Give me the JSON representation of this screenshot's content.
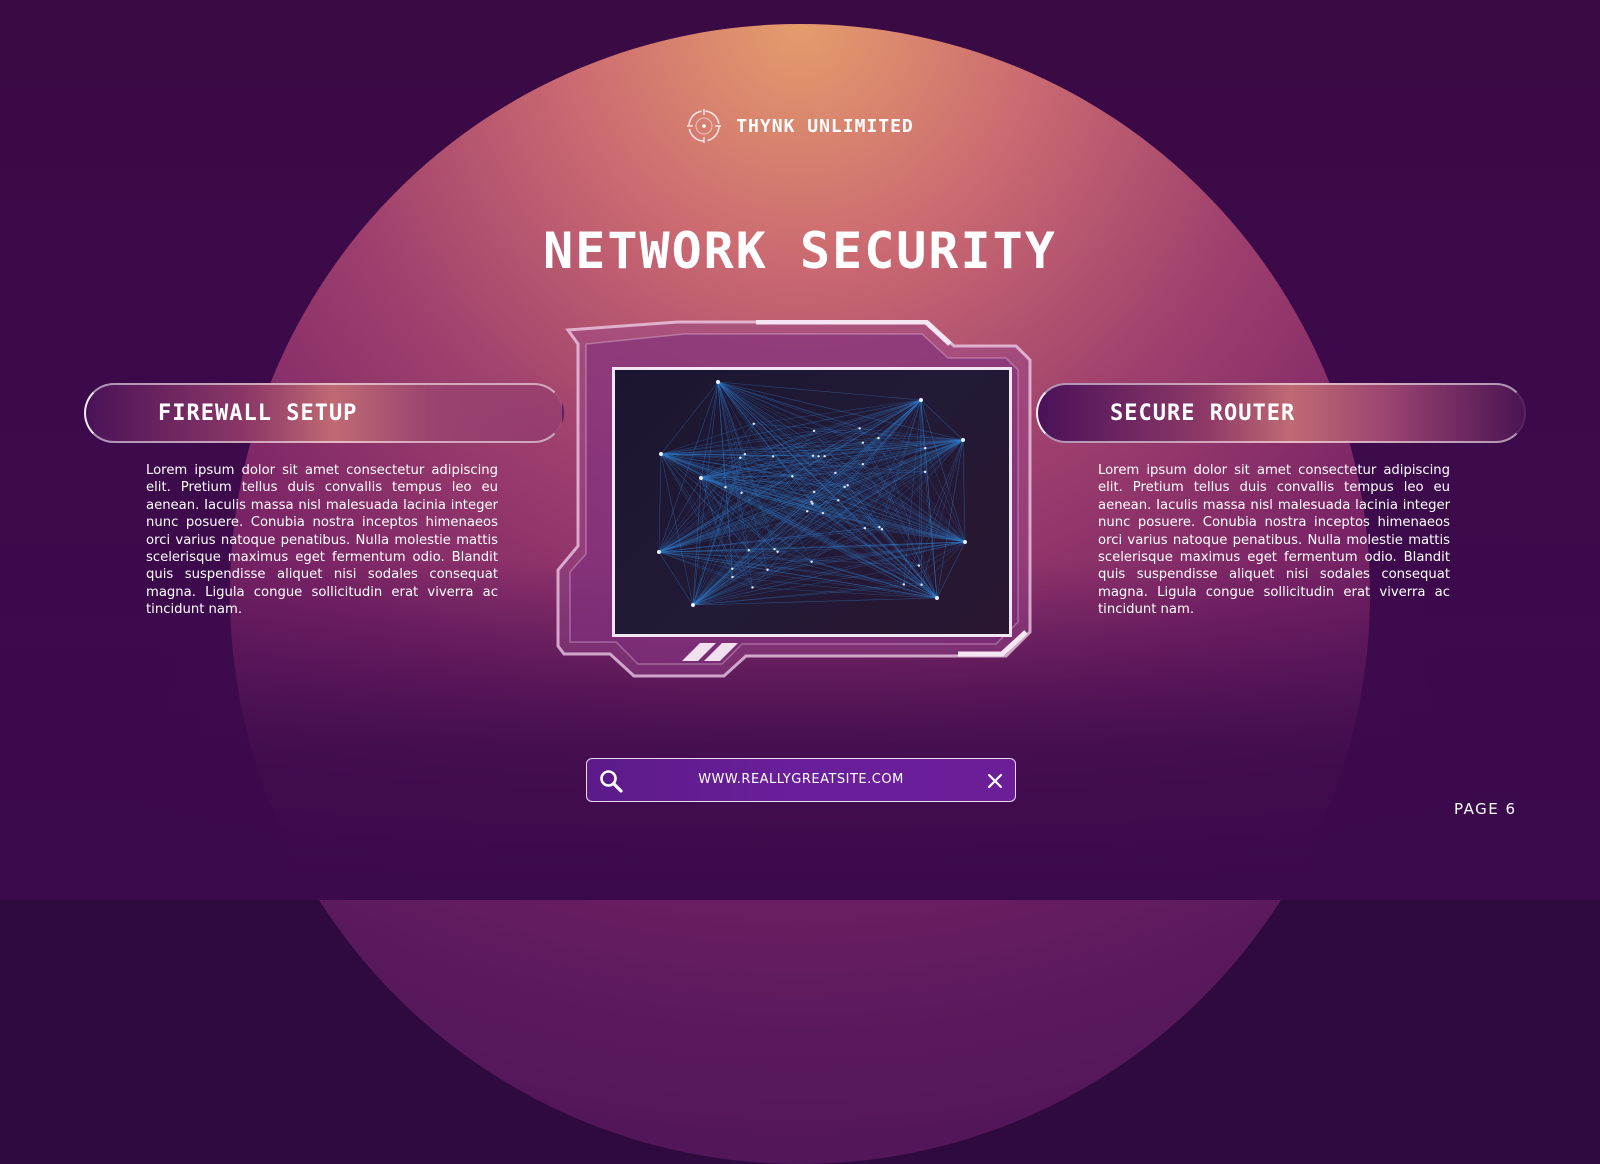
{
  "brand": {
    "name": "THYNK UNLIMITED",
    "icon": "crosshair-circle-icon"
  },
  "title": "NETWORK SECURITY",
  "sections": [
    {
      "heading": "FIREWALL SETUP",
      "body": "Lorem ipsum dolor sit amet consectetur adipiscing elit. Pretium tellus duis convallis tempus leo eu aenean. Iaculis massa nisl malesuada lacinia integer nunc posuere. Conubia nostra inceptos himenaeos orci varius natoque penatibus. Nulla molestie mattis scelerisque maximus eget fermentum odio. Blandit quis suspendisse aliquet nisi sodales consequat magna. Ligula congue sollicitudin erat viverra ac tincidunt nam."
    },
    {
      "heading": "SECURE ROUTER",
      "body": "Lorem ipsum dolor sit amet consectetur adipiscing elit. Pretium tellus duis convallis tempus leo eu aenean. Iaculis massa nisl malesuada lacinia integer nunc posuere. Conubia nostra inceptos himenaeos orci varius natoque penatibus. Nulla molestie mattis scelerisque maximus eget fermentum odio. Blandit quis suspendisse aliquet nisi sodales consequat magna. Ligula congue sollicitudin erat viverra ac tincidunt nam."
    }
  ],
  "search": {
    "text": "WWW.REALLYGREATSITE.COM",
    "icon": "search-icon",
    "close_icon": "close-icon"
  },
  "page": "PAGE 6",
  "colors": {
    "background": "#3a0a4c",
    "dome_top": "#e8a06c",
    "dome_mid": "#a0406e",
    "search_bar": "#6a1f9a",
    "network_lines": "#2f7fd0",
    "text": "#ffffff"
  }
}
